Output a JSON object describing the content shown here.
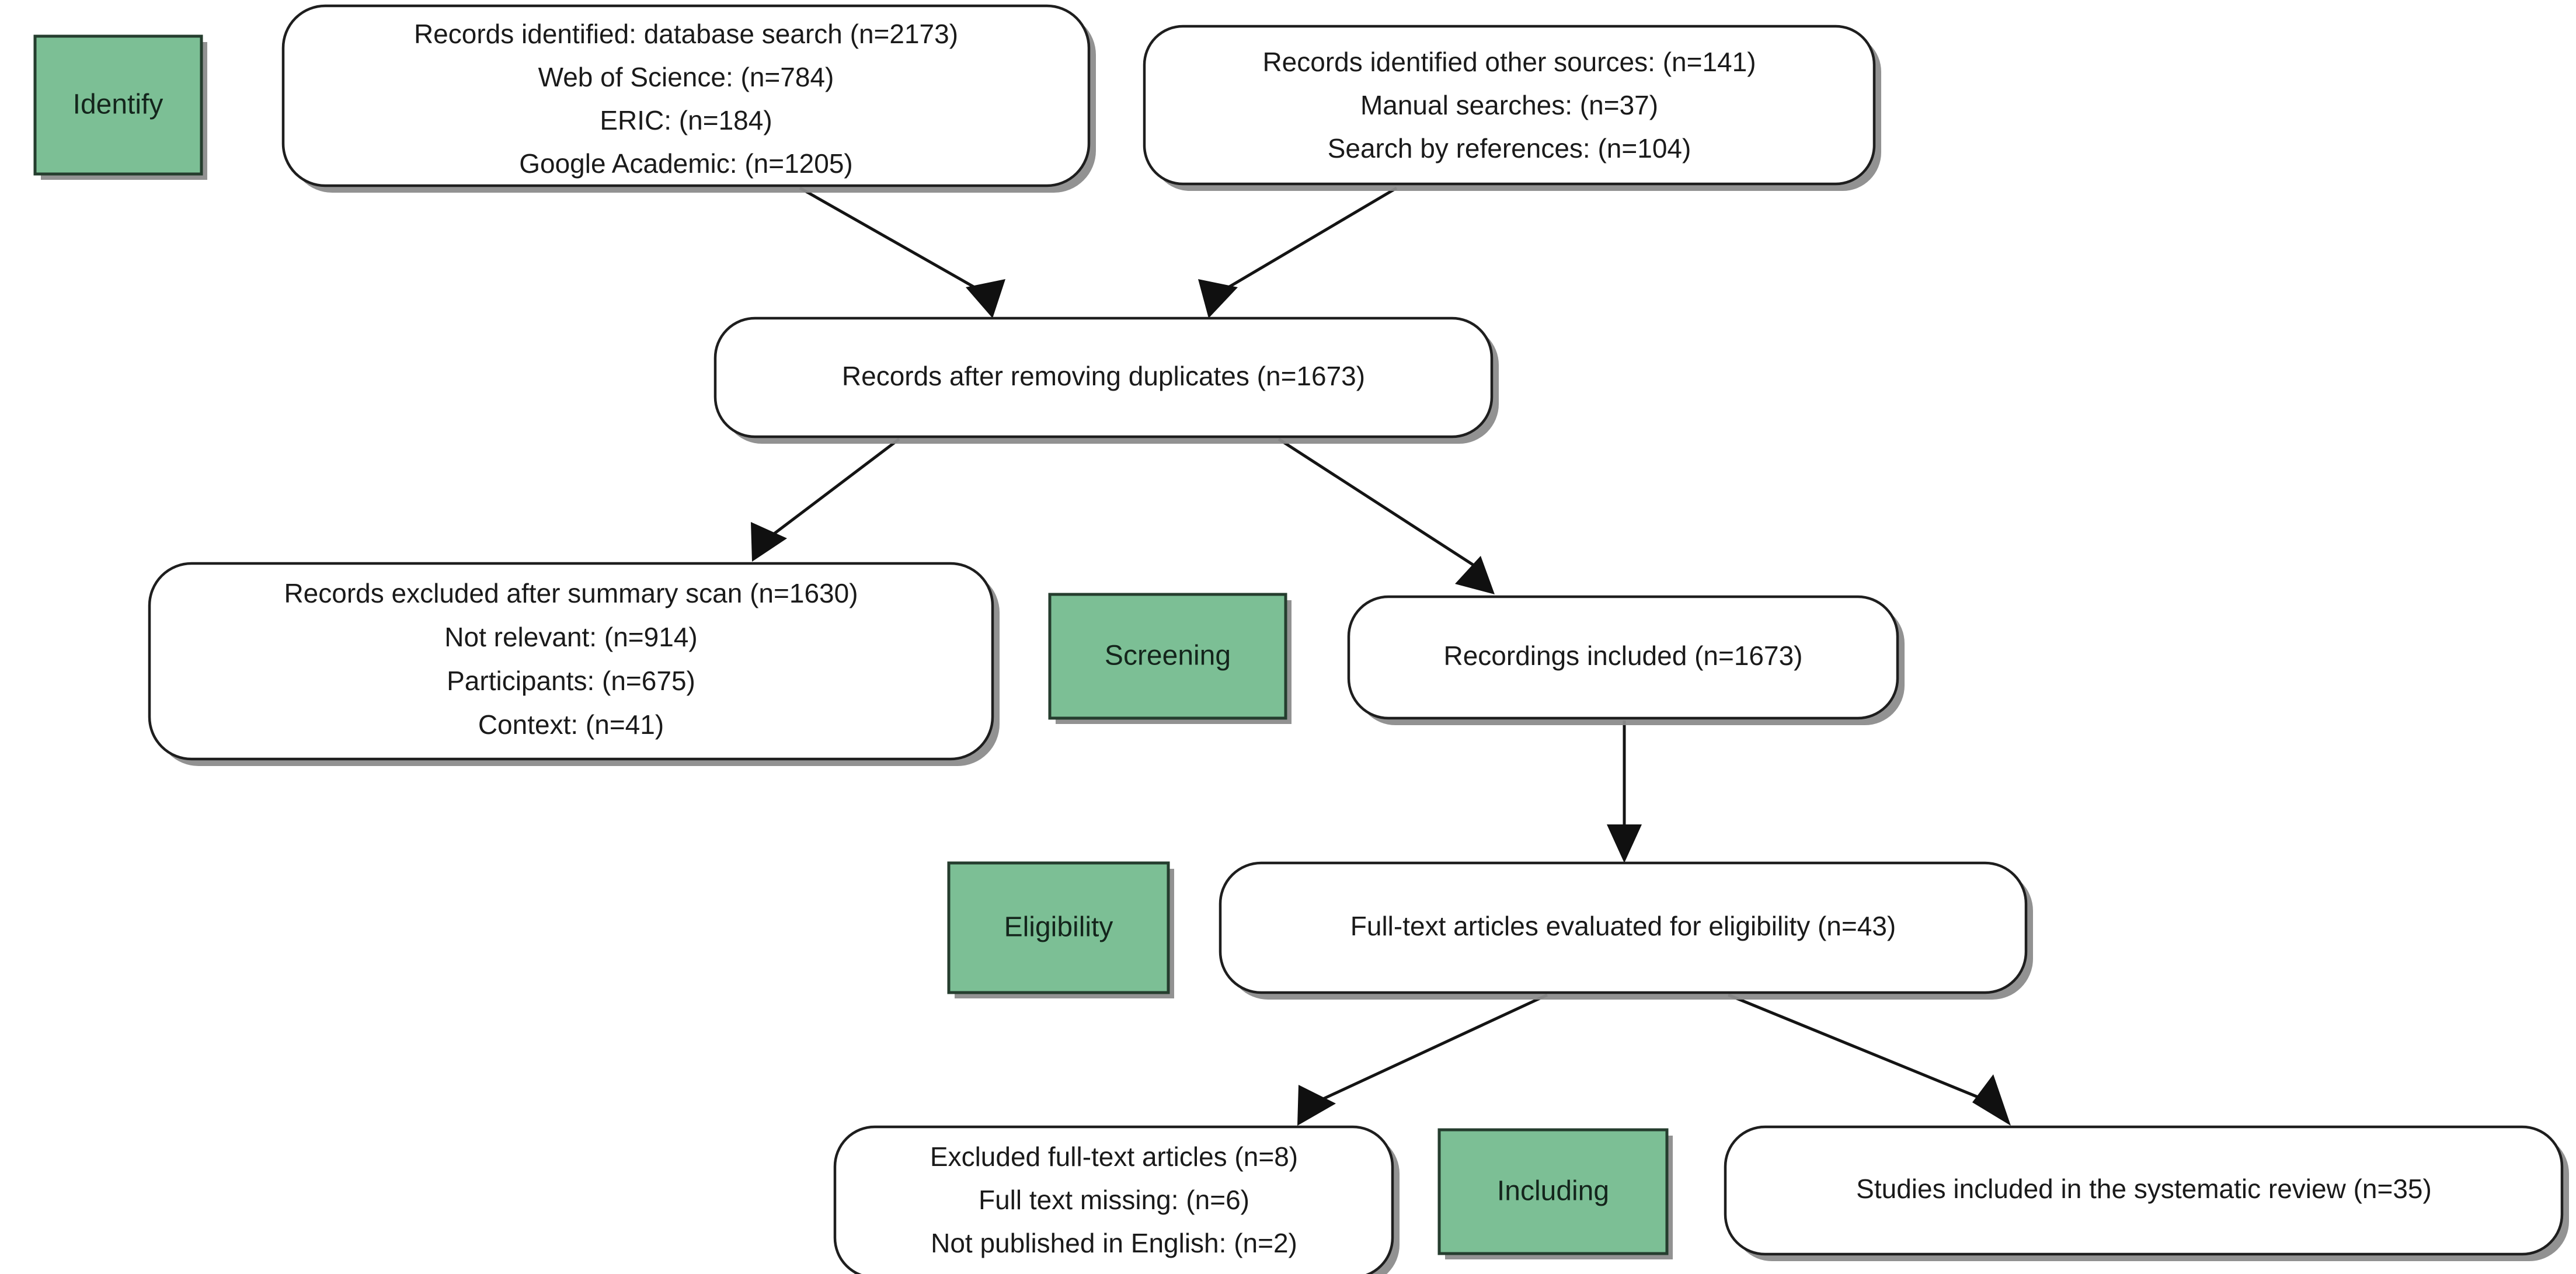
{
  "diagram": {
    "title": "PRISMA flow diagram",
    "accent_green": "#7CBF95",
    "accent_green_border": "#2D4A38",
    "box_border": "#1E1E1E",
    "box_fill": "#FFFFFF",
    "text_color": "#1A1A1A",
    "background": "#FFFFFF"
  },
  "stages": [
    {
      "id": "identify",
      "label": "Identify"
    },
    {
      "id": "screening",
      "label": "Screening"
    },
    {
      "id": "eligibility",
      "label": "Eligibility"
    },
    {
      "id": "including",
      "label": "Including"
    }
  ],
  "nodes": [
    {
      "id": "records-identified-database",
      "lines": [
        "Records identified: database search (n=2173)",
        "Web of Science: (n=784)",
        "ERIC: (n=184)",
        "Google Academic: (n=1205)"
      ]
    },
    {
      "id": "records-identified-other-sources",
      "lines": [
        "Records identified other sources: (n=141)",
        "Manual searches: (n=37)",
        "Search by references: (n=104)"
      ]
    },
    {
      "id": "records-after-duplicates",
      "lines": [
        "Records after removing duplicates (n=1673)"
      ]
    },
    {
      "id": "records-excluded-summary-scan",
      "lines": [
        "Records excluded after summary scan (n=1630)",
        "Not relevant: (n=914)",
        "Participants: (n=675)",
        "Context: (n=41)"
      ]
    },
    {
      "id": "recordings-included",
      "lines": [
        "Recordings included (n=1673)"
      ]
    },
    {
      "id": "full-text-evaluated",
      "lines": [
        "Full-text articles evaluated for eligibility (n=43)"
      ]
    },
    {
      "id": "excluded-full-text",
      "lines": [
        "Excluded full-text articles (n=8)",
        "Full text missing: (n=6)",
        "Not published in English: (n=2)"
      ]
    },
    {
      "id": "studies-included-systematic-review",
      "lines": [
        "Studies included in the systematic review (n=35)"
      ]
    }
  ],
  "counts": {
    "database_search_total": 2173,
    "web_of_science": 784,
    "eric": 184,
    "google_academic": 1205,
    "other_sources_total": 141,
    "manual_searches": 37,
    "search_by_references": 104,
    "after_duplicates": 1673,
    "excluded_summary_scan": 1630,
    "not_relevant": 914,
    "participants": 675,
    "context": 41,
    "recordings_included": 1673,
    "full_text_evaluated": 43,
    "excluded_full_text": 8,
    "full_text_missing": 6,
    "not_published_english": 2,
    "studies_included": 35
  }
}
